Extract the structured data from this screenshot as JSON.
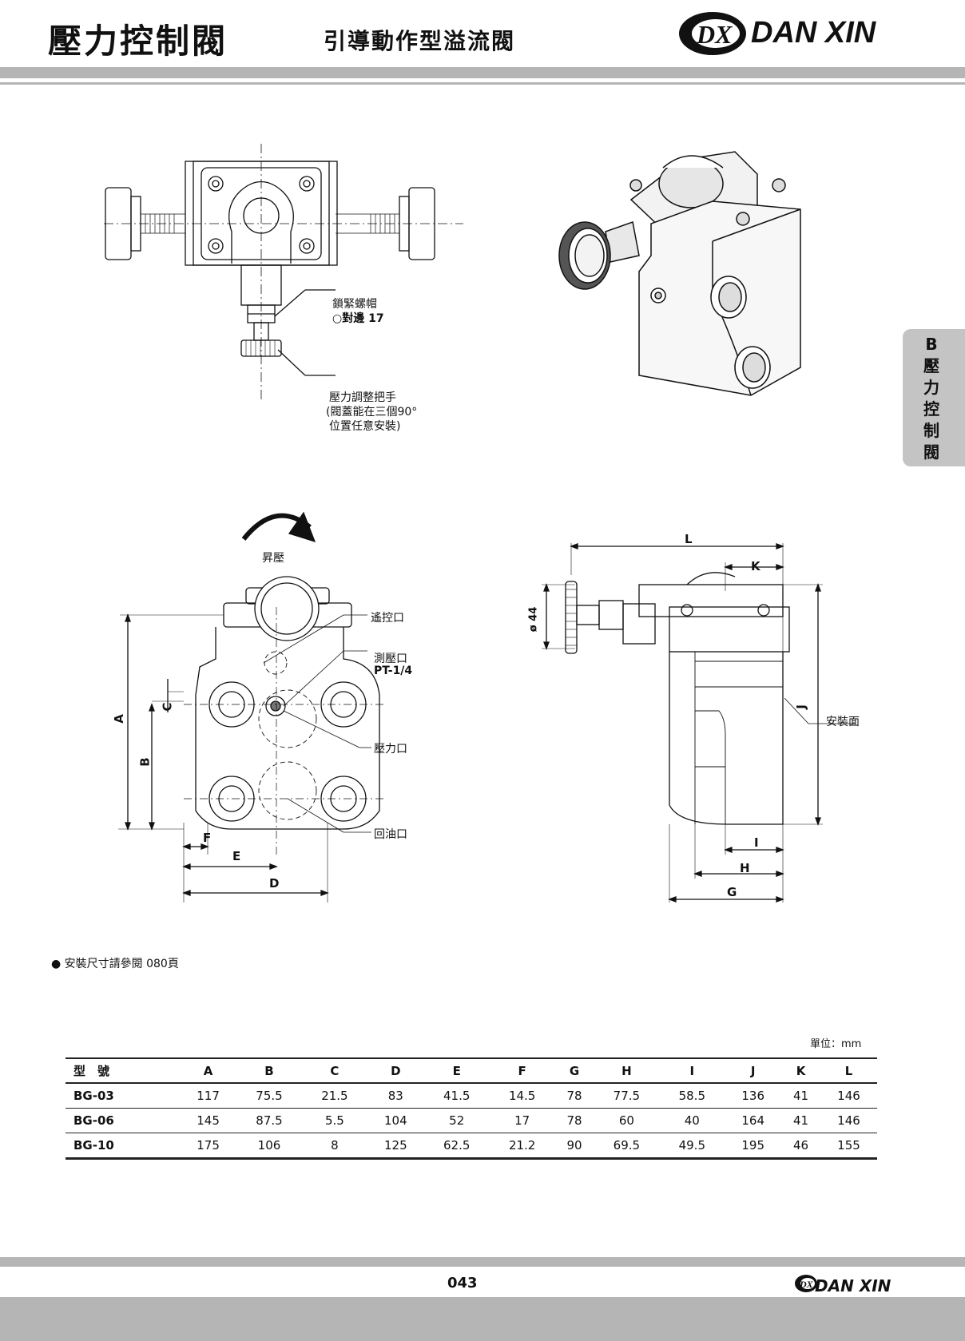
{
  "header": {
    "title": "壓力控制閥",
    "subtitle": "引導動作型溢流閥",
    "brand": "DANXIN",
    "brand_display": "DAN XIN",
    "logo_mark": "DX"
  },
  "side_tab": {
    "lines": [
      "B",
      "壓",
      "力",
      "控",
      "制",
      "閥"
    ]
  },
  "diagram_top": {
    "lock_nut_label": "鎖緊螺帽",
    "lock_nut_size": "○對邊 17",
    "handle_label": "壓力調整把手",
    "handle_note_1": "(閥蓋能在三個90°",
    "handle_note_2": "位置任意安裝)"
  },
  "diagram_front": {
    "rise_label": "昇壓",
    "remote_port": "遙控口",
    "gauge_port": "測壓口",
    "gauge_thread": "PT-1/4",
    "pressure_port": "壓力口",
    "return_port": "回油口",
    "dims": {
      "A": "A",
      "B": "B",
      "C": "C",
      "D": "D",
      "E": "E",
      "F": "F"
    }
  },
  "diagram_side": {
    "diameter": "ø 44",
    "mount_face": "安裝面",
    "dims": {
      "L": "L",
      "K": "K",
      "J": "J",
      "I": "I",
      "H": "H",
      "G": "G"
    }
  },
  "note": "● 安裝尺寸請參閱 080頁",
  "unit": "單位：mm",
  "table": {
    "headers": [
      "型　號",
      "A",
      "B",
      "C",
      "D",
      "E",
      "F",
      "G",
      "H",
      "I",
      "J",
      "K",
      "L"
    ],
    "rows": [
      [
        "BG-03",
        "117",
        "75.5",
        "21.5",
        "83",
        "41.5",
        "14.5",
        "78",
        "77.5",
        "58.5",
        "136",
        "41",
        "146"
      ],
      [
        "BG-06",
        "145",
        "87.5",
        "5.5",
        "104",
        "52",
        "17",
        "78",
        "60",
        "40",
        "164",
        "41",
        "146"
      ],
      [
        "BG-10",
        "175",
        "106",
        "8",
        "125",
        "62.5",
        "21.2",
        "90",
        "69.5",
        "49.5",
        "195",
        "46",
        "155"
      ]
    ]
  },
  "footer": {
    "page": "043",
    "brand": "DAN XIN",
    "logo_mark": "DX"
  },
  "colors": {
    "bar": "#b5b5b5",
    "ink": "#111111",
    "tab": "#c4c4c4"
  }
}
